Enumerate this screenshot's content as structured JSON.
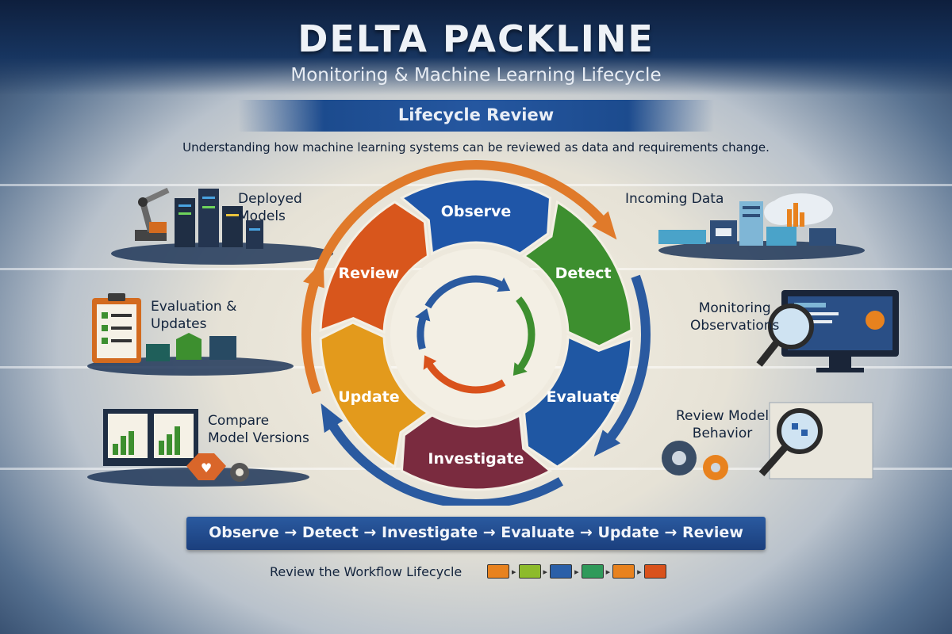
{
  "header": {
    "title": "DELTA PACKLINE",
    "subtitle": "Monitoring & Machine Learning Lifecycle"
  },
  "banner": {
    "label": "Lifecycle Review"
  },
  "description": "Understanding how machine learning systems can be reviewed as data and requirements change.",
  "cycle": {
    "segments": [
      {
        "label": "Observe",
        "color": "#1f56a8"
      },
      {
        "label": "Detect",
        "color": "#3d8f2f"
      },
      {
        "label": "Evaluate",
        "color": "#1f57a3"
      },
      {
        "label": "Investigate",
        "color": "#7a2b3f"
      },
      {
        "label": "Update",
        "color": "#e39a1c"
      },
      {
        "label": "Review",
        "color": "#d8561c"
      }
    ]
  },
  "left_items": [
    {
      "line1": "Deployed",
      "line2": "Models"
    },
    {
      "line1": "Evaluation &",
      "line2": "Updates"
    },
    {
      "line1": "Compare",
      "line2": "Model Versions"
    }
  ],
  "right_items": [
    {
      "line1": "Incoming Data",
      "line2": ""
    },
    {
      "line1": "Monitoring",
      "line2": "Observations"
    },
    {
      "line1": "Review Model",
      "line2": "Behavior"
    }
  ],
  "flow": {
    "text": "Observe → Detect → Investigate → Evaluate → Update → Review"
  },
  "footer": {
    "label": "Review the Workflow Lifecycle",
    "swatch_colors": [
      "#e8821e",
      "#8dbb2c",
      "#2a5fa8",
      "#2f9a5a",
      "#e8821e",
      "#d9521c"
    ]
  }
}
